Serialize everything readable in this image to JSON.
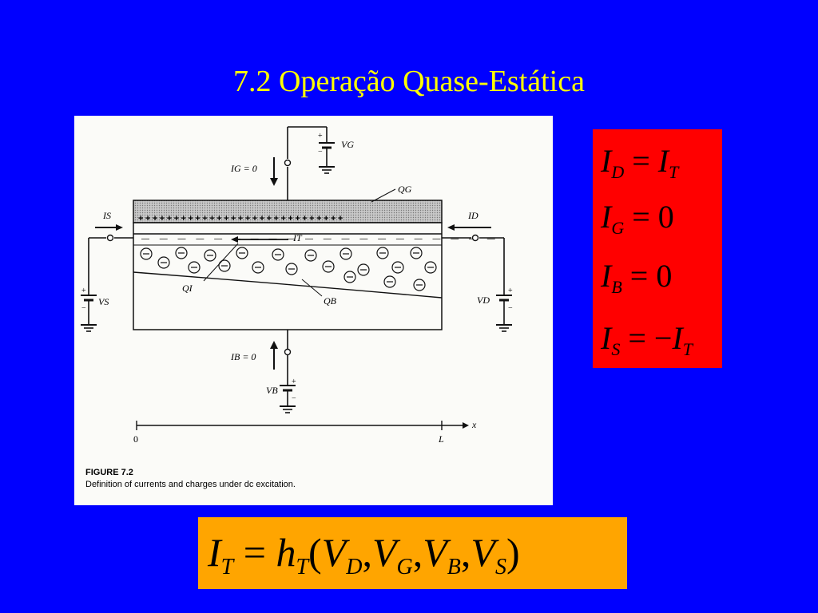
{
  "slide": {
    "title": "7.2 Operação Quase-Estática"
  },
  "figure": {
    "caption_title": "FIGURE 7.2",
    "caption_text": "Definition of currents and charges under dc excitation.",
    "labels": {
      "vg": "VG",
      "ig": "IG = 0",
      "qg": "QG",
      "is": "IS",
      "id": "ID",
      "it": "IT",
      "qi": "QI",
      "qb": "QB",
      "vs": "VS",
      "vd": "VD",
      "ib": "IB = 0",
      "vb": "VB",
      "axis_x": "x",
      "axis_zero": "0",
      "axis_l": "L",
      "plus": "+",
      "minus": "−"
    }
  },
  "equations": {
    "lines": [
      {
        "lhs": "I",
        "lhs_sub": "D",
        "op": "=",
        "rhs": "I",
        "rhs_sub": "T",
        "rhs_prefix": ""
      },
      {
        "lhs": "I",
        "lhs_sub": "G",
        "op": "=",
        "rhs": "0",
        "rhs_sub": "",
        "rhs_prefix": ""
      },
      {
        "lhs": "I",
        "lhs_sub": "B",
        "op": "=",
        "rhs": "0",
        "rhs_sub": "",
        "rhs_prefix": ""
      },
      {
        "lhs": "I",
        "lhs_sub": "S",
        "op": "=",
        "rhs": "I",
        "rhs_sub": "T",
        "rhs_prefix": "−"
      }
    ],
    "main": {
      "lhs": "I",
      "lhs_sub": "T",
      "op": "=",
      "func": "h",
      "func_sub": "T",
      "open": "(",
      "close": ")",
      "sep": ",",
      "args": [
        {
          "v": "V",
          "sub": "D"
        },
        {
          "v": "V",
          "sub": "G"
        },
        {
          "v": "V",
          "sub": "B"
        },
        {
          "v": "V",
          "sub": "S"
        }
      ]
    }
  },
  "colors": {
    "background": "#0000ff",
    "title": "#ffff00",
    "equation_box": "#ff0000",
    "main_equation_box": "#ffa500",
    "figure_bg": "#fbfbf8"
  }
}
